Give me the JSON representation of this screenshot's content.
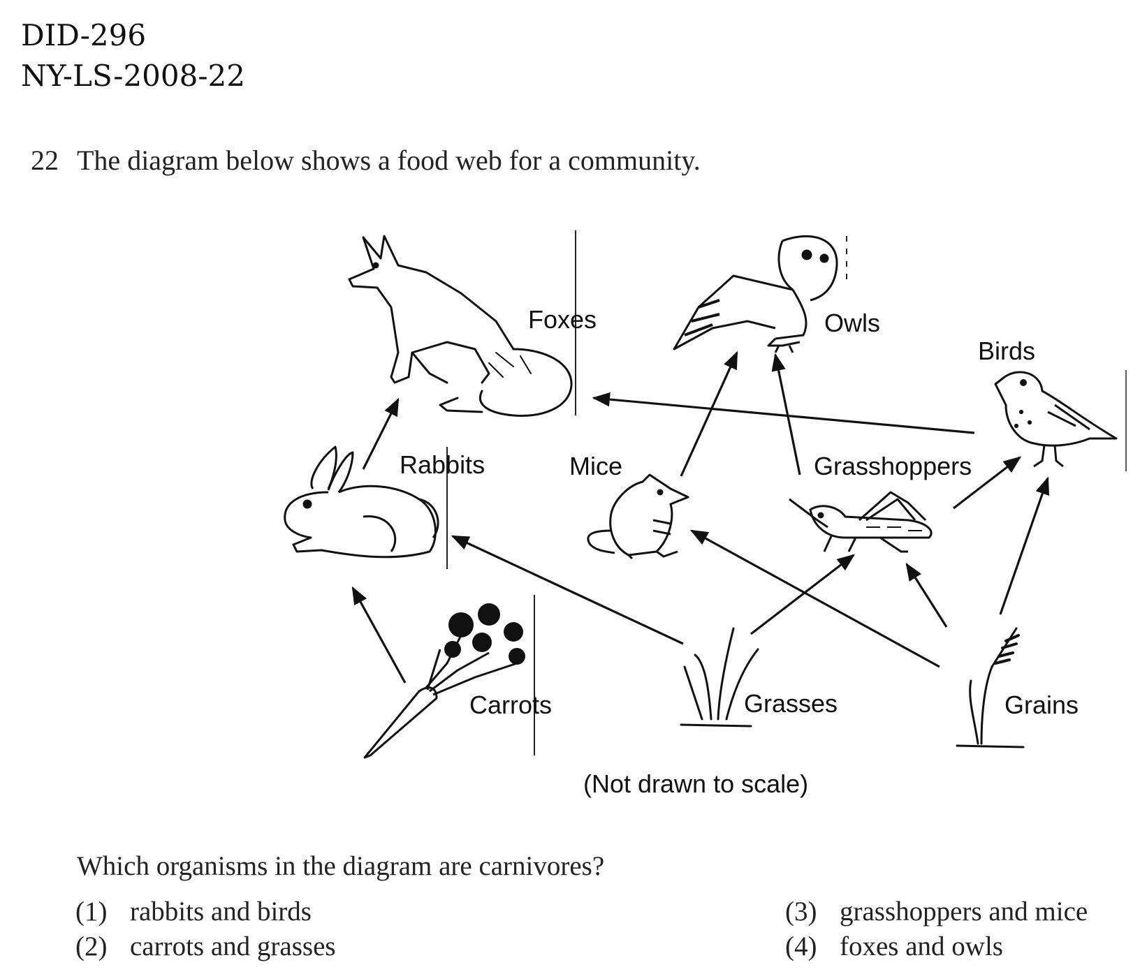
{
  "header": {
    "id_line1": "DID-296",
    "id_line2": "NY-LS-2008-22"
  },
  "question": {
    "number": "22",
    "text": "The diagram below shows a food web for a community.",
    "prompt": "Which organisms in the diagram are carnivores?"
  },
  "diagram": {
    "labels": {
      "foxes": "Foxes",
      "owls": "Owls",
      "birds": "Birds",
      "rabbits": "Rabbits",
      "mice": "Mice",
      "grasshoppers": "Grasshoppers",
      "carrots": "Carrots",
      "grasses": "Grasses",
      "grains": "Grains"
    },
    "note": "(Not drawn to scale)",
    "arrows": [
      {
        "from": "Carrots",
        "to": "Rabbits"
      },
      {
        "from": "Grasses",
        "to": "Rabbits"
      },
      {
        "from": "Grasses",
        "to": "Grasshoppers"
      },
      {
        "from": "Grains",
        "to": "Mice"
      },
      {
        "from": "Grains",
        "to": "Grasshoppers"
      },
      {
        "from": "Grains",
        "to": "Birds"
      },
      {
        "from": "Rabbits",
        "to": "Foxes"
      },
      {
        "from": "Mice",
        "to": "Owls"
      },
      {
        "from": "Grasshoppers",
        "to": "Owls"
      },
      {
        "from": "Grasshoppers",
        "to": "Birds"
      },
      {
        "from": "Birds",
        "to": "Foxes"
      }
    ]
  },
  "choices": [
    {
      "num": "(1)",
      "text": "rabbits and birds"
    },
    {
      "num": "(2)",
      "text": "carrots and grasses"
    },
    {
      "num": "(3)",
      "text": "grasshoppers and mice"
    },
    {
      "num": "(4)",
      "text": "foxes and owls"
    }
  ]
}
